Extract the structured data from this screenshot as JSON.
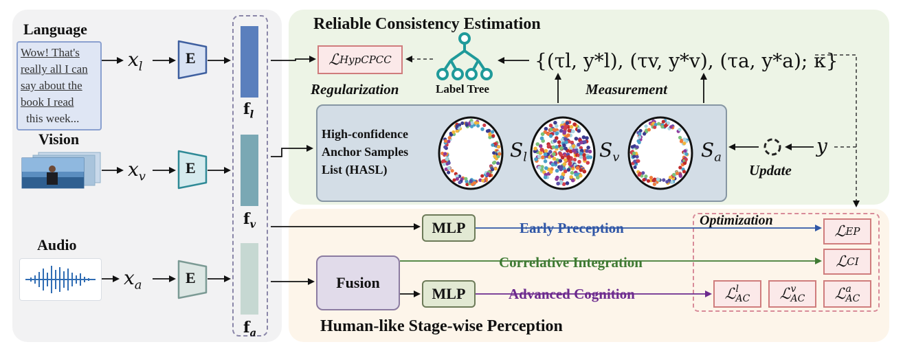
{
  "regions": {
    "consistency_title": "Reliable Consistency Estimation",
    "perception_title": "Human-like Stage-wise Perception"
  },
  "modalities": {
    "language_label": "Language",
    "language_text": [
      "Wow! That's",
      "really all I can",
      "say about the",
      "book I read",
      "this week..."
    ],
    "vision_label": "Vision",
    "audio_label": "Audio"
  },
  "inputs": {
    "xl": "x",
    "xl_sub": "l",
    "xv": "x",
    "xv_sub": "v",
    "xa": "x",
    "xa_sub": "a"
  },
  "encoder_label": "E",
  "features": {
    "fl": "f",
    "fl_sub": "l",
    "fv": "f",
    "fv_sub": "v",
    "fa": "f",
    "fa_sub": "a"
  },
  "consistency": {
    "loss_hyp": "HypCPCC",
    "regularization": "Regularization",
    "label_tree": "Label Tree",
    "measurement": "Measurement",
    "tuple_text": "{(τl, y*l), (τv, y*v), (τa, y*a); κ}",
    "hasl_lines": [
      "High-confidence",
      "Anchor Samples",
      "List (HASL)"
    ],
    "s_labels": [
      "S",
      "S",
      "S"
    ],
    "s_subs": [
      "l",
      "v",
      "a"
    ],
    "update": "Update",
    "y": "y"
  },
  "perception": {
    "mlp": "MLP",
    "fusion": "Fusion",
    "early": "Early Preception",
    "correlative": "Correlative Integration",
    "advanced": "Advanced Cognition",
    "optimization": "Optimization",
    "loss_ep": "EP",
    "loss_ci": "CI",
    "loss_ac": "AC",
    "ac_sups": [
      "l",
      "v",
      "a"
    ]
  },
  "colors": {
    "left_panel": "#f2f2f3",
    "green_panel": "#edf4e6",
    "cream_panel": "#fdf5ea",
    "hasl_panel": "#d3dde6",
    "early": "#2f56a6",
    "correlative": "#3f7a33",
    "advanced": "#6c2a8e",
    "teal": "#1f9a9a"
  }
}
